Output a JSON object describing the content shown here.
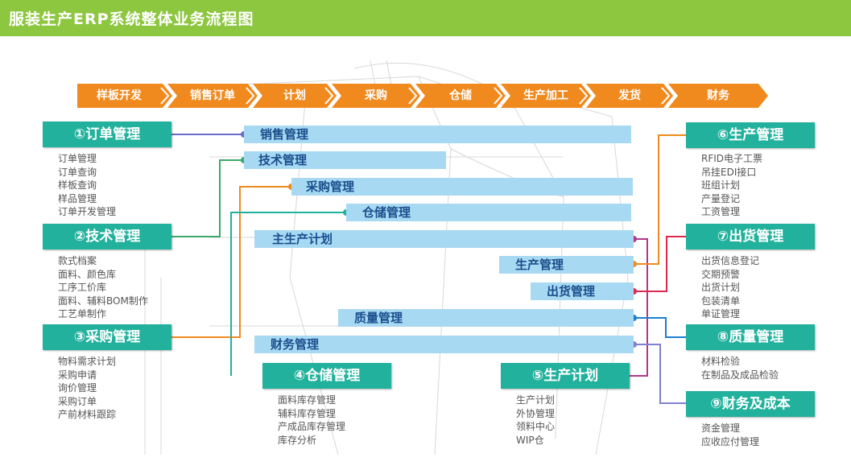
{
  "title": "服装生产ERP系统整体业务流程图",
  "colors": {
    "header": "#8dc63f",
    "chevron": "#f08a1e",
    "module": "#21b19c",
    "bar": "#a7d9f3",
    "bar_text": "#1a4e8c",
    "line_purple": "#6b6bcc",
    "line_green": "#3aa96a",
    "line_orange": "#f08a1e",
    "line_teal": "#21b19c",
    "line_magenta": "#b0388a",
    "line_red": "#e0284f",
    "line_blue": "#1a7fd0",
    "line_violet": "#8080d0"
  },
  "process_steps": [
    "样板开发",
    "销售订单",
    "计划",
    "采购",
    "仓储",
    "生产加工",
    "发货",
    "财务"
  ],
  "modules": [
    {
      "label": "①订单管理",
      "items": [
        "订单管理",
        "订单查询",
        "样板查询",
        "样品管理",
        "订单开发管理"
      ]
    },
    {
      "label": "②技术管理",
      "items": [
        "款式档案",
        "面料、颜色库",
        "工序工价库",
        "面料、辅料BOM制作",
        "工艺单制作"
      ]
    },
    {
      "label": "③采购管理",
      "items": [
        "物料需求计划",
        "采购申请",
        "询价管理",
        "采购订单",
        "产前材料跟踪"
      ]
    },
    {
      "label": "④仓储管理",
      "items": [
        "面料库存管理",
        "辅料库存管理",
        "产成品库存管理",
        "库存分析"
      ]
    },
    {
      "label": "⑤生产计划",
      "items": [
        "生产计划",
        "外协管理",
        "领料中心",
        "WIP仓"
      ]
    },
    {
      "label": "⑥生产管理",
      "items": [
        "RFID电子工票",
        "吊挂EDI接口",
        "班组计划",
        "产量登记",
        "工资管理"
      ]
    },
    {
      "label": "⑦出货管理",
      "items": [
        "出货信息登记",
        "交期预警",
        "出货计划",
        "包装清单",
        "单证管理"
      ]
    },
    {
      "label": "⑧质量管理",
      "items": [
        "材料检验",
        "在制品及成品检验"
      ]
    },
    {
      "label": "⑨财务及成本",
      "items": [
        "资金管理",
        "应收应付管理"
      ]
    }
  ],
  "bars": [
    "销售管理",
    "技术管理",
    "采购管理",
    "仓储管理",
    "主生产计划",
    "生产管理",
    "出货管理",
    "质量管理",
    "财务管理"
  ]
}
